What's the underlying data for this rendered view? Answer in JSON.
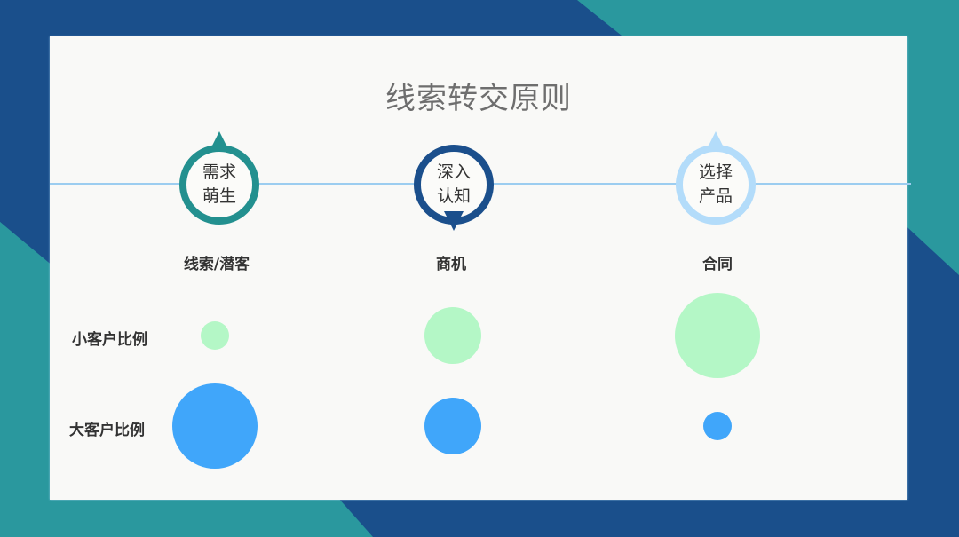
{
  "colors": {
    "bg_dark_blue": "#1a4f8b",
    "bg_teal": "#2a989e",
    "card": "#f9f9f7",
    "timeline": "#9ccdf0",
    "small_customer": "#b4f7c6",
    "large_customer": "#40a6fa",
    "stage1": "#23908f",
    "stage2": "#1b4f8c",
    "stage3": "#b3dcfa"
  },
  "title": "线索转交原则",
  "stages": [
    {
      "circle_line1": "需求",
      "circle_line2": "萌生",
      "label": "线索/潜客",
      "pin": "up"
    },
    {
      "circle_line1": "深入",
      "circle_line2": "认知",
      "label": "商机",
      "pin": "down"
    },
    {
      "circle_line1": "选择",
      "circle_line2": "产品",
      "label": "合同",
      "pin": "up"
    }
  ],
  "rows": [
    {
      "label": "小客户比例"
    },
    {
      "label": "大客户比例"
    }
  ],
  "chart_data": {
    "type": "scatter",
    "title": "线索转交原则",
    "categories": [
      "线索/潜客",
      "商机",
      "合同"
    ],
    "series": [
      {
        "name": "小客户比例",
        "values": [
          32,
          64,
          96
        ],
        "unit": "bubble diameter px"
      },
      {
        "name": "大客户比例",
        "values": [
          96,
          64,
          32
        ],
        "unit": "bubble diameter px"
      }
    ]
  }
}
